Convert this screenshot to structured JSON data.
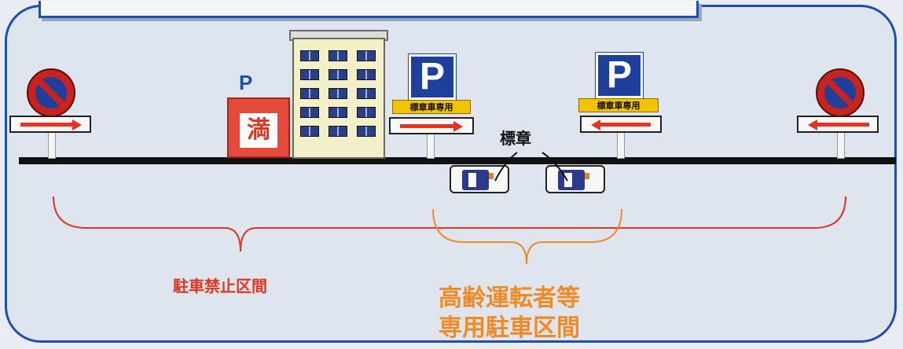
{
  "signs": {
    "parking_tag_left": "標章車専用",
    "parking_tag_right": "標章車専用",
    "parking_symbol": "P",
    "lot_symbol": "P",
    "lot_full": "満"
  },
  "labels": {
    "badge": "標章",
    "no_parking_section": "駐車禁止区間",
    "elderly_section_line1": "高齢運転者等",
    "elderly_section_line2": "専用駐車区間"
  },
  "colors": {
    "frame": "#1f4fae",
    "no_parking_bracket": "#e23421",
    "elderly_bracket": "#f08a24"
  },
  "icons": [
    "no-parking-sign-icon",
    "parking-sign-icon",
    "arrow-right-icon",
    "arrow-left-icon",
    "building-icon",
    "car-icon"
  ]
}
